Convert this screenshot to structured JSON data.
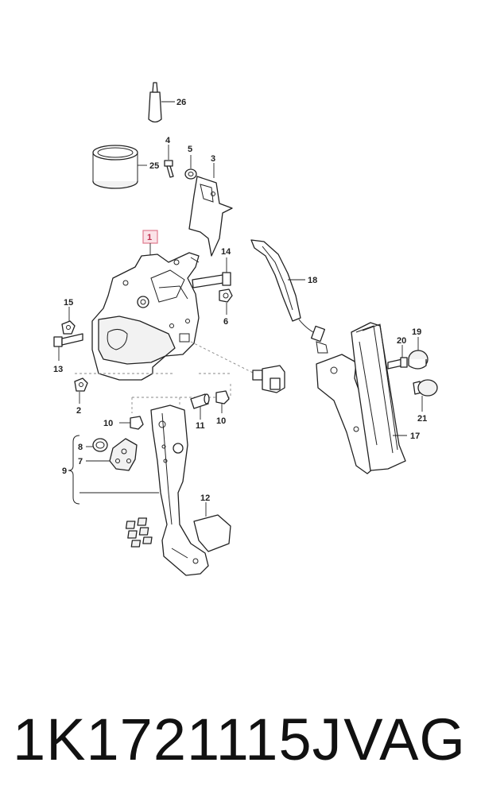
{
  "callouts": {
    "c1": "1",
    "c2": "2",
    "c3": "3",
    "c4": "4",
    "c5": "5",
    "c6": "6",
    "c7": "7",
    "c8": "8",
    "c9": "9",
    "c10a": "10",
    "c10b": "10",
    "c11": "11",
    "c12": "12",
    "c13": "13",
    "c14": "14",
    "c15": "15",
    "c17": "17",
    "c18": "18",
    "c19": "19",
    "c20": "20",
    "c21": "21",
    "c25": "25",
    "c26": "26"
  },
  "highlight_color": "#e07a8e",
  "footer": {
    "part_number": "1K1721115J",
    "brand": "VAG"
  }
}
